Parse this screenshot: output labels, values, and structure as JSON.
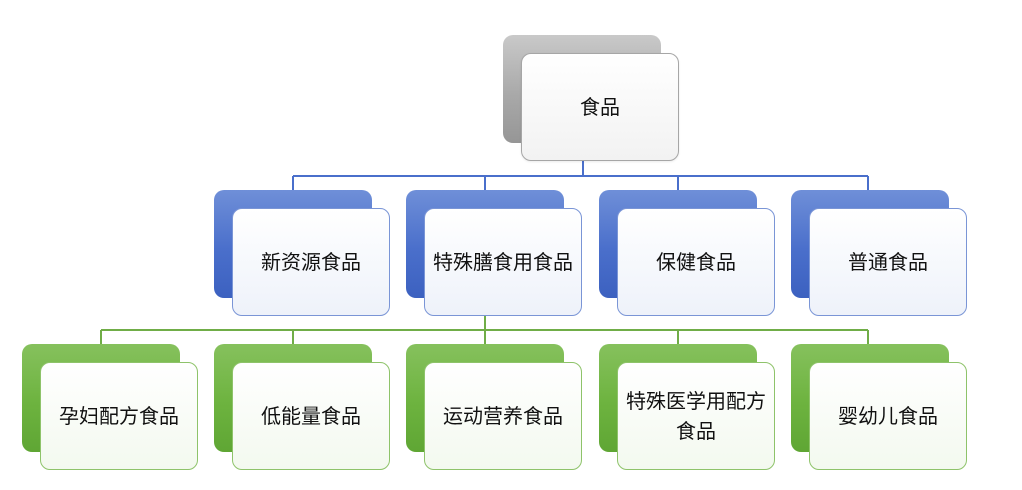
{
  "colors": {
    "root": "#a5a5a5",
    "category": "#4472c4",
    "subcategory": "#70ad47"
  },
  "root": {
    "label": "食品"
  },
  "categories": [
    {
      "label": "新资源食品"
    },
    {
      "label": "特殊膳食用食品"
    },
    {
      "label": "保健食品"
    },
    {
      "label": "普通食品"
    }
  ],
  "subcategories": [
    {
      "label": "孕妇配方食品"
    },
    {
      "label": "低能量食品"
    },
    {
      "label": "运动营养食品"
    },
    {
      "label": "特殊医学用配方食品"
    },
    {
      "label": "婴幼儿食品"
    }
  ]
}
